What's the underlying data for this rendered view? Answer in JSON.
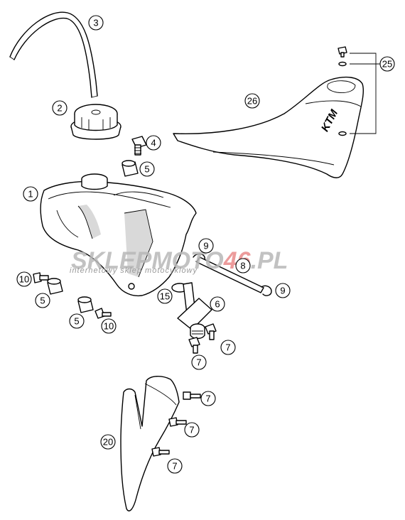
{
  "callouts": [
    {
      "id": "c-3",
      "label": "3"
    },
    {
      "id": "c-2",
      "label": "2"
    },
    {
      "id": "c-4",
      "label": "4"
    },
    {
      "id": "c-5a",
      "label": "5"
    },
    {
      "id": "c-1",
      "label": "1"
    },
    {
      "id": "c-9a",
      "label": "9"
    },
    {
      "id": "c-8",
      "label": "8"
    },
    {
      "id": "c-9b",
      "label": "9"
    },
    {
      "id": "c-10a",
      "label": "10"
    },
    {
      "id": "c-5b",
      "label": "5"
    },
    {
      "id": "c-15",
      "label": "15"
    },
    {
      "id": "c-6",
      "label": "6"
    },
    {
      "id": "c-5c",
      "label": "5"
    },
    {
      "id": "c-10b",
      "label": "10"
    },
    {
      "id": "c-7a",
      "label": "7"
    },
    {
      "id": "c-7b",
      "label": "7"
    },
    {
      "id": "c-25",
      "label": "25"
    },
    {
      "id": "c-26",
      "label": "26"
    },
    {
      "id": "c-7c",
      "label": "7"
    },
    {
      "id": "c-7d",
      "label": "7"
    },
    {
      "id": "c-20",
      "label": "20"
    },
    {
      "id": "c-7e",
      "label": "7"
    }
  ],
  "watermark": {
    "main_part1": "SKLEP",
    "main_part2": "MOTO",
    "main_part3": "46",
    "main_part4": ".PL",
    "subtitle": "internetowy sklep motocyklowy"
  },
  "logo": {
    "text": "KTM"
  },
  "colors": {
    "line": "#000000",
    "background": "#ffffff",
    "watermark_gray": "#b8b8b8",
    "watermark_red": "#e98a8a"
  }
}
